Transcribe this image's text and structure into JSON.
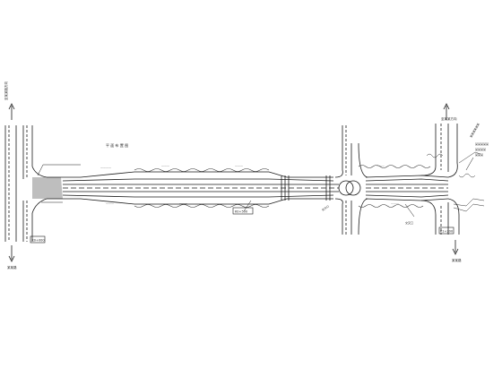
{
  "drawing": {
    "line_color": "#1a1a1a",
    "highlight_color": "#333333",
    "background": "#ffffff"
  },
  "labels": {
    "title_note": "平 面 布 置 图",
    "left_road_top": "至某某路方向",
    "left_road_bottom": "某某路",
    "right_road_top": "至某某方向",
    "right_road_bottom": "某某路",
    "mid_tag": "K0+500",
    "left_tag": "K0+000",
    "right_tag": "K1+200",
    "junction_left": "交叉口",
    "junction_right": "交叉口",
    "right_notes": [
      "某某某某某某",
      "某某某某某",
      "某某某某",
      "某某某"
    ]
  }
}
